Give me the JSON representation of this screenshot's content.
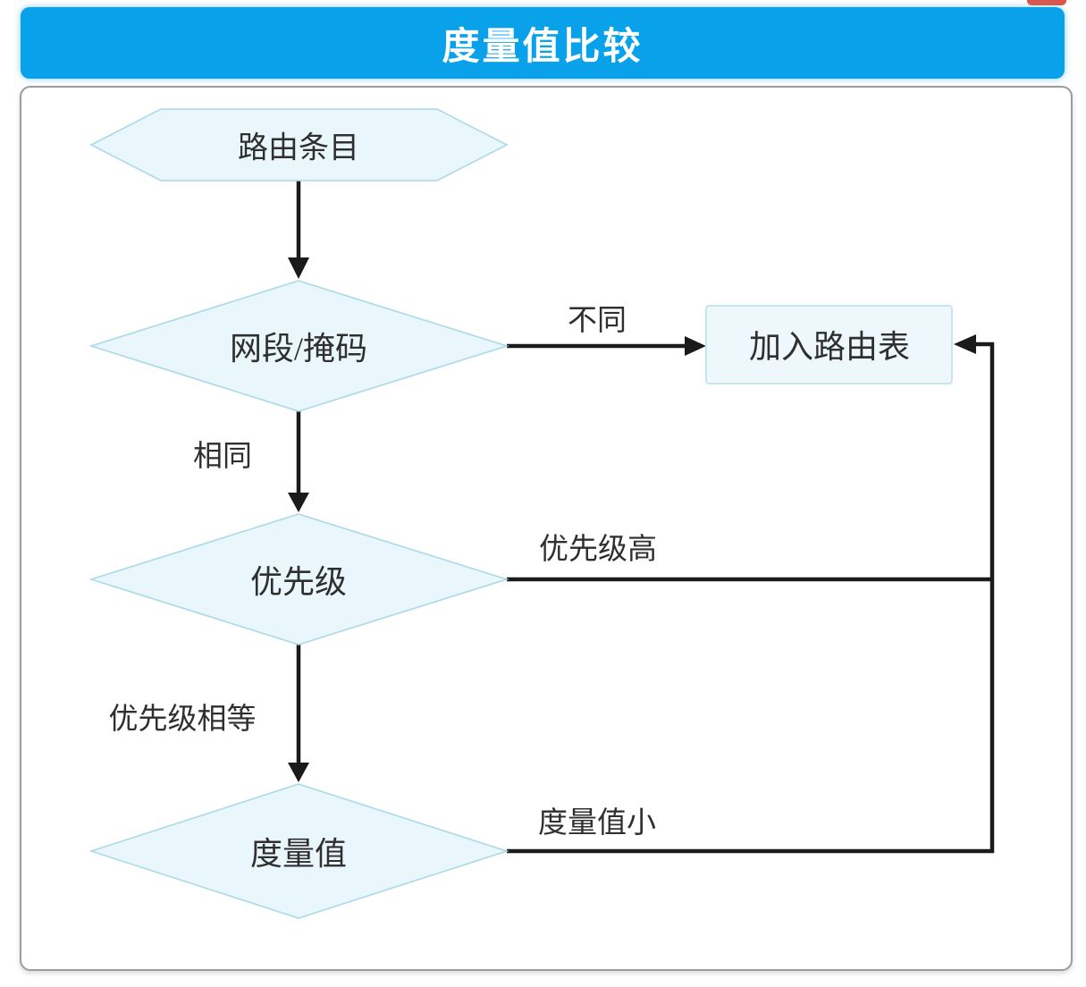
{
  "header": {
    "title": "度量值比较"
  },
  "diagram": {
    "nodes": [
      {
        "id": "route-entry",
        "shape": "hexagon",
        "label": "路由条目"
      },
      {
        "id": "network-mask",
        "shape": "diamond",
        "label": "网段/掩码"
      },
      {
        "id": "add-to-routing-table",
        "shape": "rectangle",
        "label": "加入路由表"
      },
      {
        "id": "priority",
        "shape": "diamond",
        "label": "优先级"
      },
      {
        "id": "metric",
        "shape": "diamond",
        "label": "度量值"
      }
    ],
    "edges": [
      {
        "from": "route-entry",
        "to": "network-mask",
        "label": ""
      },
      {
        "from": "network-mask",
        "to": "add-to-routing-table",
        "label": "不同"
      },
      {
        "from": "network-mask",
        "to": "priority",
        "label": "相同"
      },
      {
        "from": "priority",
        "to": "add-to-routing-table",
        "label": "优先级高"
      },
      {
        "from": "priority",
        "to": "metric",
        "label": "优先级相等"
      },
      {
        "from": "metric",
        "to": "add-to-routing-table",
        "label": "度量值小"
      }
    ],
    "colors": {
      "header_blue": "#09a2ea",
      "shape_fill": "#e9f6fc",
      "shape_border": "#abd9e8",
      "rect_fill": "#eef8fc",
      "rect_border": "#c5e5ef",
      "line": "#1a1a1a",
      "text": "#2f2f2f",
      "container_border": "#9b9b9b",
      "red_fragment": "#e0544b"
    }
  }
}
